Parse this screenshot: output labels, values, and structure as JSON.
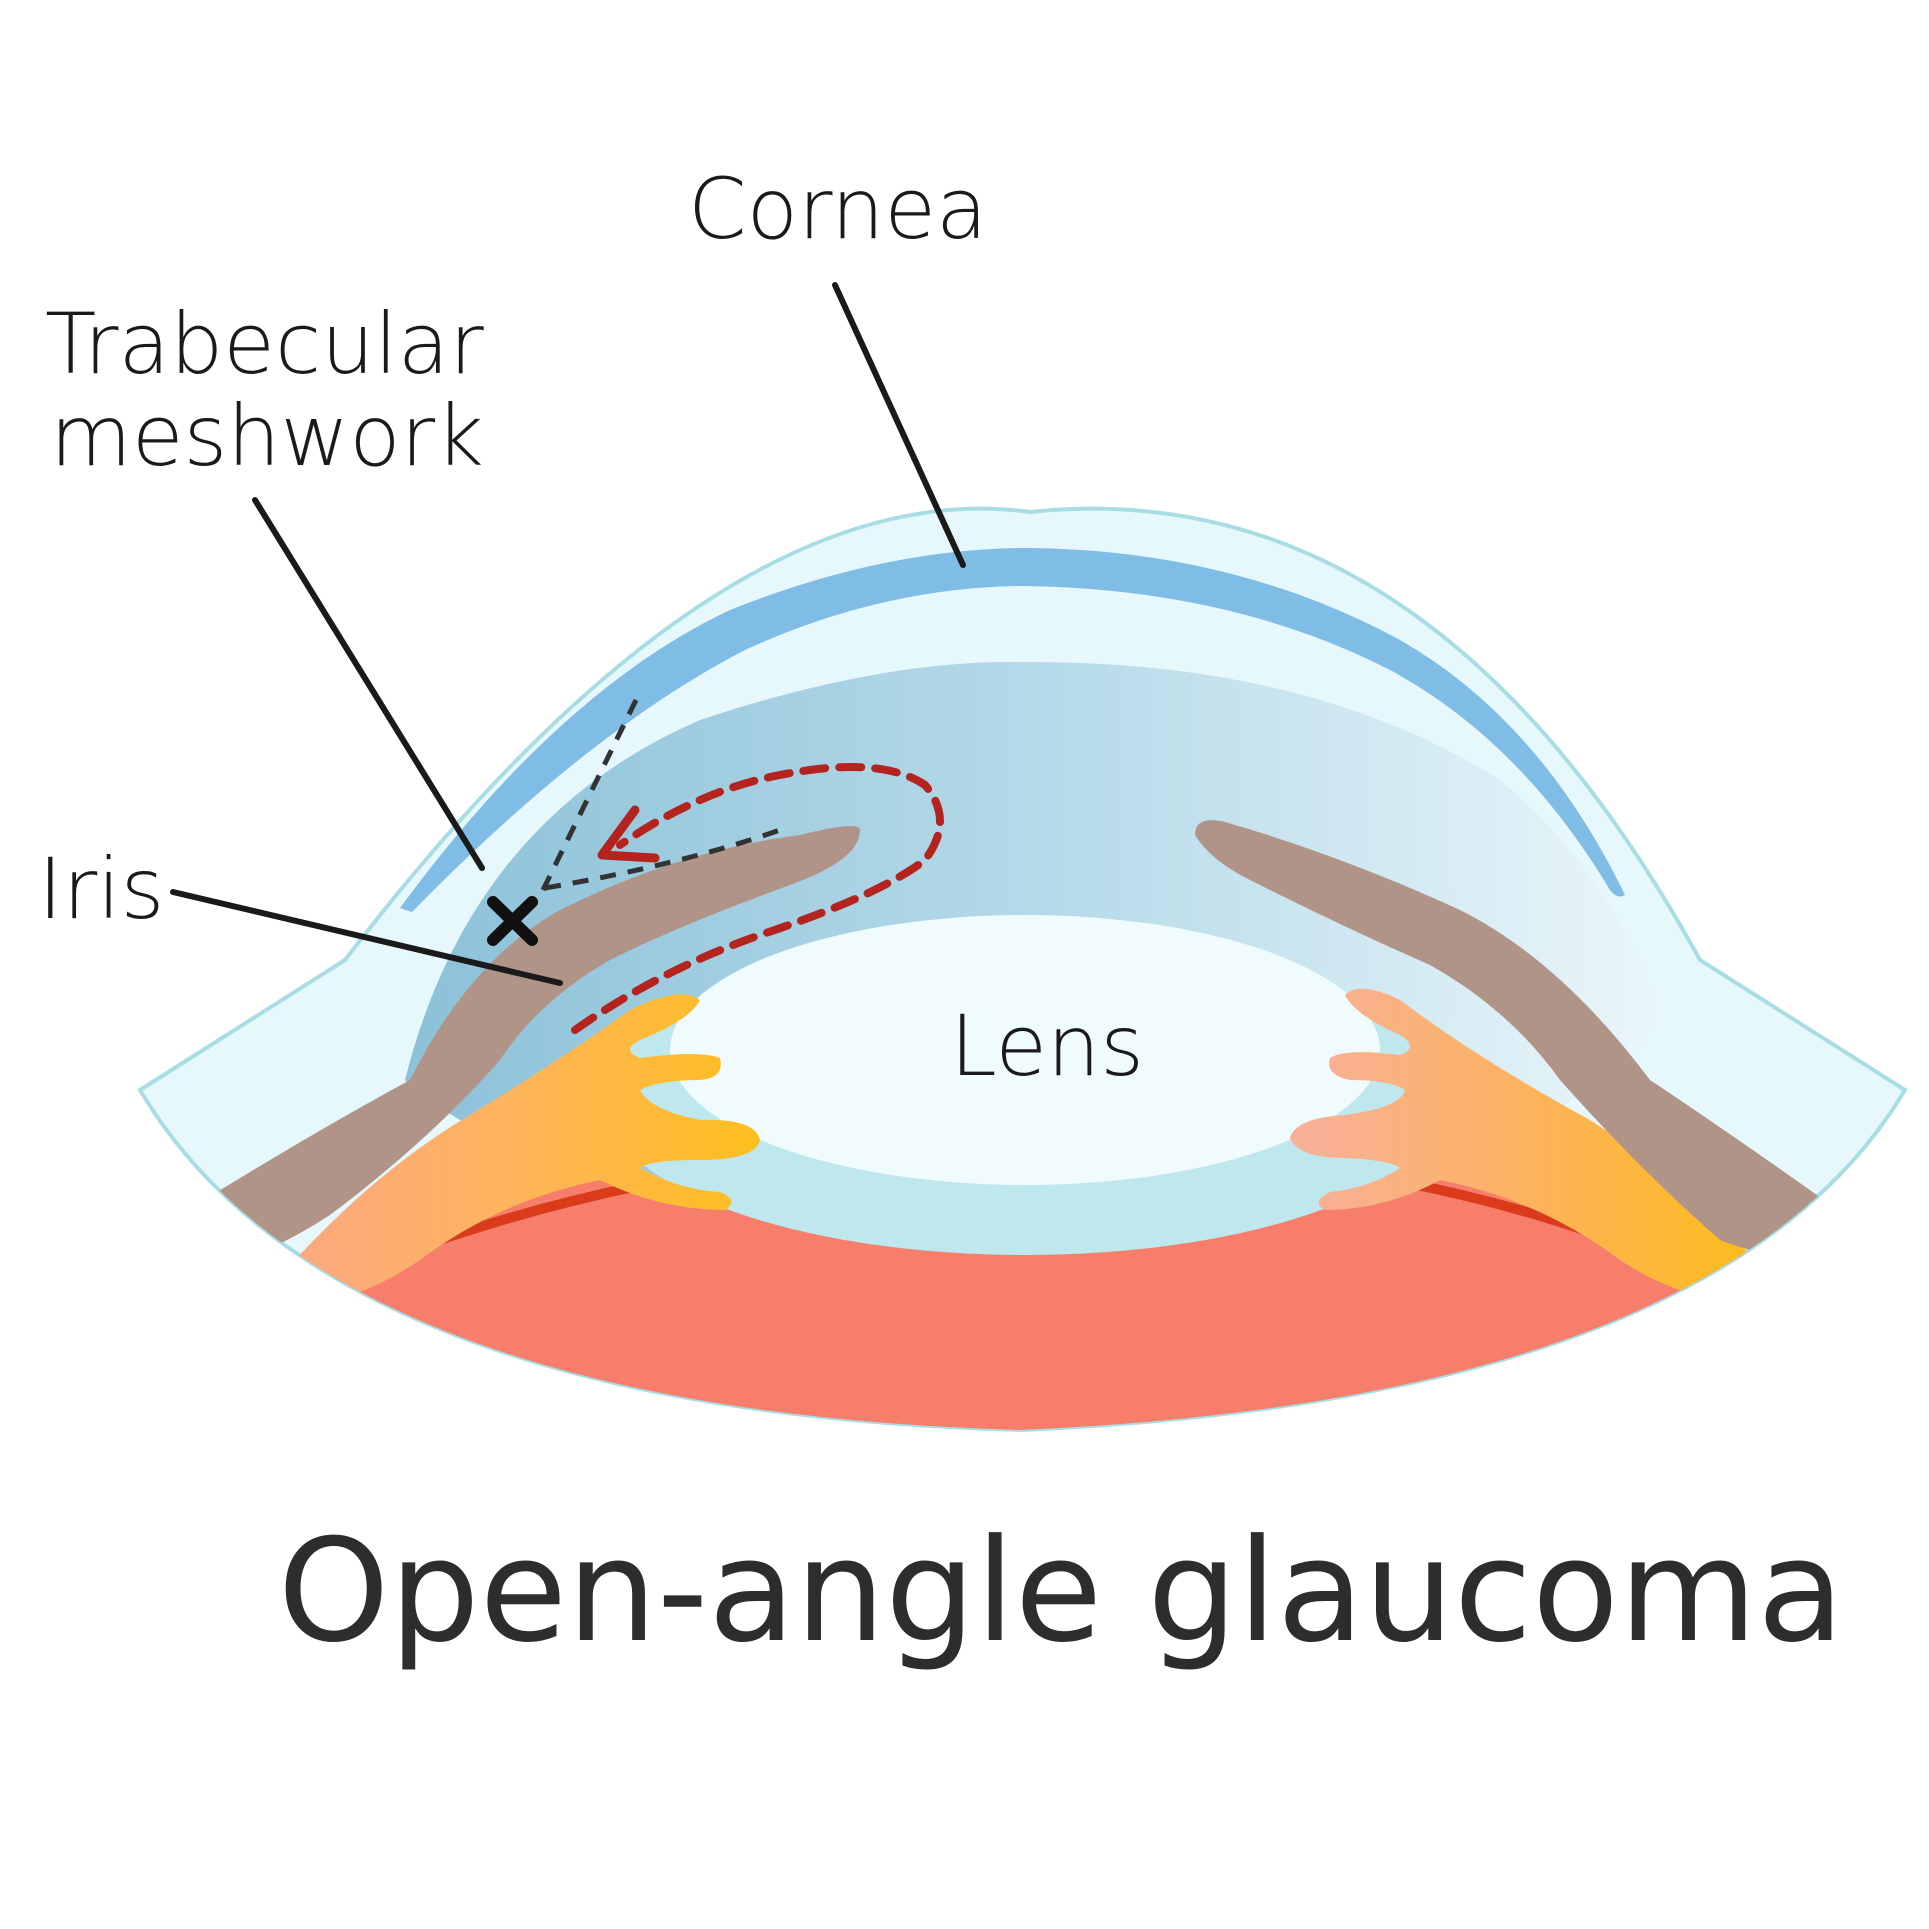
{
  "labels": {
    "cornea": "Cornea",
    "trabecular_line1": "Trabecular",
    "trabecular_line2": "meshwork",
    "iris": "Iris",
    "lens": "Lens"
  },
  "title": "Open-angle glaucoma",
  "colors": {
    "outer_shell": "#e6f8fb",
    "outer_stroke": "#a9dde4",
    "cornea_band": "#80bde6",
    "aqueous_left": "#8fc3d9",
    "aqueous_right": "#e6f4f8",
    "lens_ring": "#bfe8ee",
    "lens_core": "#f0fbfd",
    "iris": "#b19488",
    "ciliary_inner": "#fbb88f",
    "ciliary_outer": "#fdb91a",
    "globe": "#f77e6a",
    "globe_rim": "#d93b1b",
    "flow_arrow": "#b5231f",
    "blocked_marker": "#111111"
  }
}
